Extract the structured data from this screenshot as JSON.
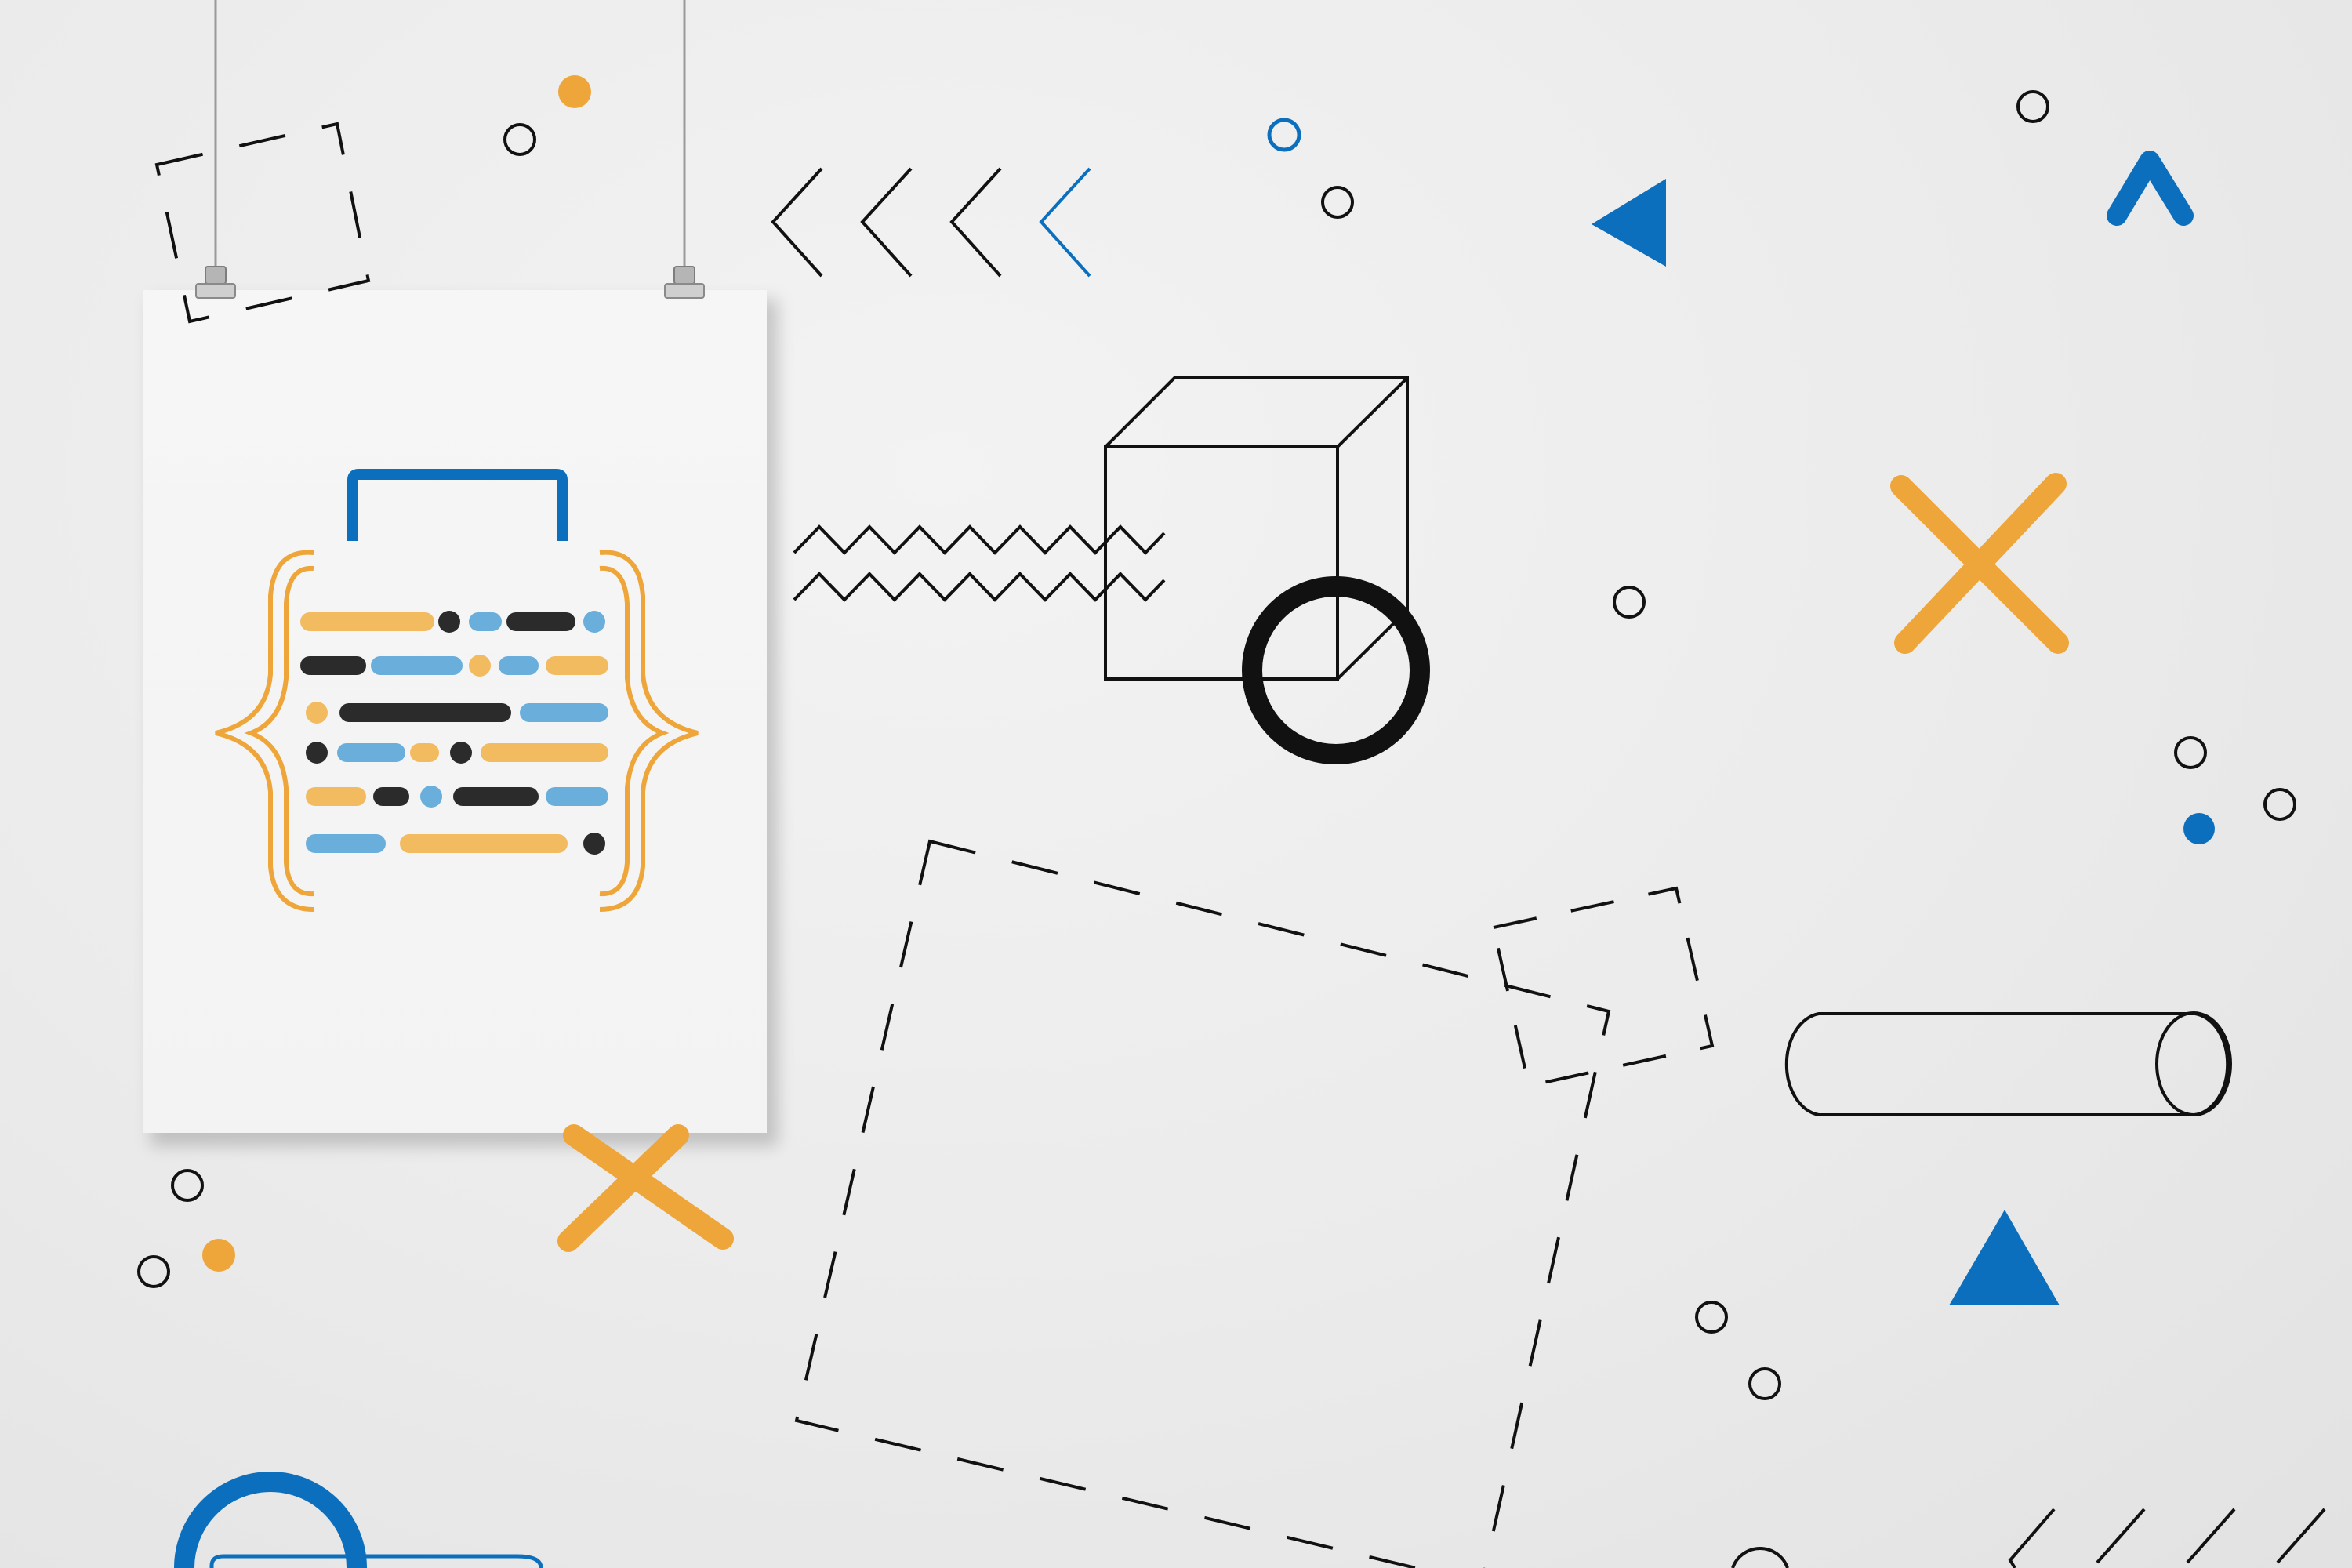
{
  "scene": {
    "description_type": "hanging-poster-mockup",
    "colors": {
      "background": "#e9e9e9",
      "poster": "#f5f5f5",
      "blue": "#0b6fbe",
      "light_blue": "#6aaedc",
      "orange": "#eea63a",
      "light_orange": "#f2bb5f",
      "dark": "#2b2b2b",
      "line": "#111111"
    },
    "poster": {
      "artwork": "code-briefcase-icon",
      "code_line_palette": [
        "orange",
        "dark",
        "light_blue"
      ]
    },
    "decorations": [
      "dashed-square",
      "chevron-row",
      "zigzag-lines",
      "wireframe-cube",
      "bold-ring",
      "cross-shape",
      "triangle",
      "caret-shape",
      "cylinder",
      "small-circles",
      "dots"
    ]
  }
}
